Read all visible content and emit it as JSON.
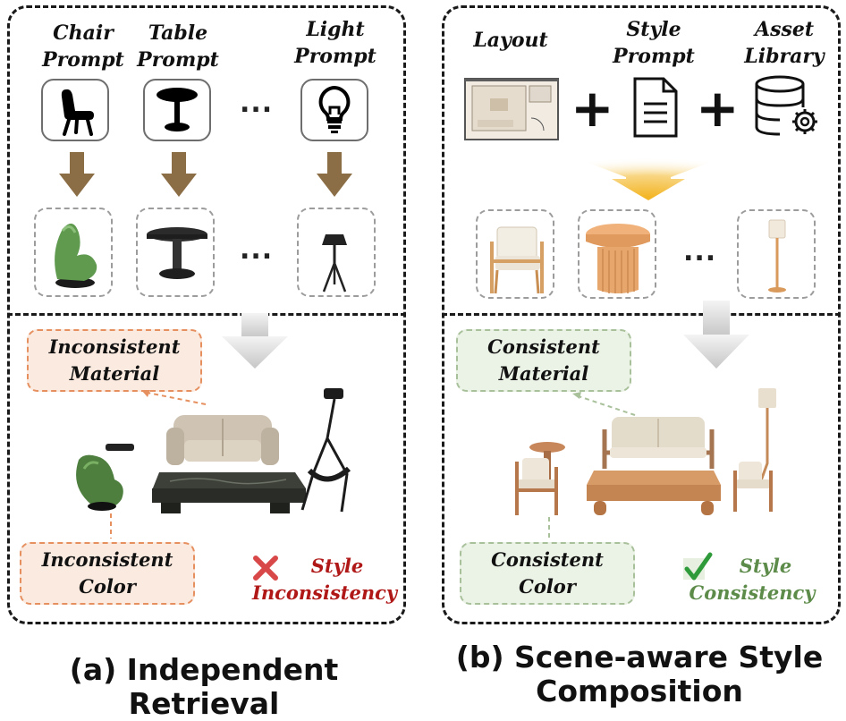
{
  "left_panel": {
    "prompts": [
      {
        "label": "Chair\nPrompt",
        "icon": "chair-icon"
      },
      {
        "label": "Table\nPrompt",
        "icon": "table-icon"
      },
      {
        "label": "Light\nPrompt",
        "icon": "lightbulb-icon"
      }
    ],
    "ellipsis": "...",
    "note_material": "Inconsistent\nMaterial",
    "note_color": "Inconsistent\nColor",
    "verdict": "Style\nInconsistency",
    "verdict_icon": "cross-icon",
    "caption": "(a) Independent Retrieval",
    "colors": {
      "verdict": "#b01818",
      "note_fill": "#fbeadf",
      "note_border": "#e69060",
      "arrow": "#8b6e45"
    }
  },
  "right_panel": {
    "inputs": [
      "Layout",
      "Style\nPrompt",
      "Asset\nLibrary"
    ],
    "input_icons": [
      "floorplan-image",
      "document-icon",
      "database-gear-icon"
    ],
    "plus": "+",
    "ellipsis": "...",
    "note_material": "Consistent\nMaterial",
    "note_color": "Consistent\nColor",
    "verdict": "Style\nConsistency",
    "verdict_icon": "checkmark-icon",
    "caption": "(b) Scene-aware Style\nComposition",
    "colors": {
      "verdict": "#5d8b4a",
      "note_fill": "#ebf2e6",
      "note_border": "#a9c19b",
      "funnel": "#f3b523"
    }
  }
}
